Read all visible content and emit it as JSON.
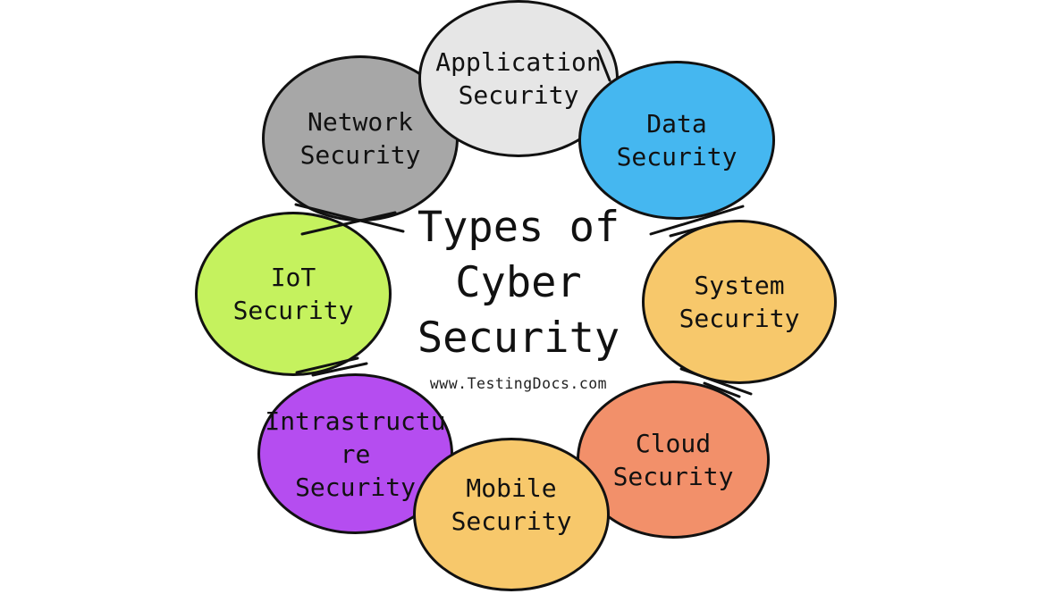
{
  "title": {
    "lines": [
      "Types of",
      "Cyber",
      "Security"
    ],
    "website": "www.TestingDocs.com"
  },
  "circles": [
    {
      "id": "network-security",
      "label": "Network Security",
      "lines": [
        "Network",
        "Security"
      ],
      "color": "#a7a7a7"
    },
    {
      "id": "application-security",
      "label": "Application Security",
      "lines": [
        "Application",
        "Security"
      ],
      "color": "#e6e6e6"
    },
    {
      "id": "data-security",
      "label": "Data Security",
      "lines": [
        "Data",
        "Security"
      ],
      "color": "#45b7f0"
    },
    {
      "id": "iot-security",
      "label": "IoT Security",
      "lines": [
        "IoT",
        "Security"
      ],
      "color": "#c5f25e"
    },
    {
      "id": "system-security",
      "label": "System Security",
      "lines": [
        "System",
        "Security"
      ],
      "color": "#f7c86b"
    },
    {
      "id": "intrastructure-security",
      "label": "Intrastructure Security",
      "lines": [
        "Intrastructu",
        "re",
        "Security"
      ],
      "color": "#b54df0"
    },
    {
      "id": "cloud-security",
      "label": "Cloud Security",
      "lines": [
        "Cloud",
        "Security"
      ],
      "color": "#f2906a"
    },
    {
      "id": "mobile-security",
      "label": "Mobile Security",
      "lines": [
        "Mobile",
        "Security"
      ],
      "color": "#f7c86b"
    }
  ],
  "colors": {
    "outline": "#111111",
    "text": "#111111",
    "background": "#ffffff"
  }
}
